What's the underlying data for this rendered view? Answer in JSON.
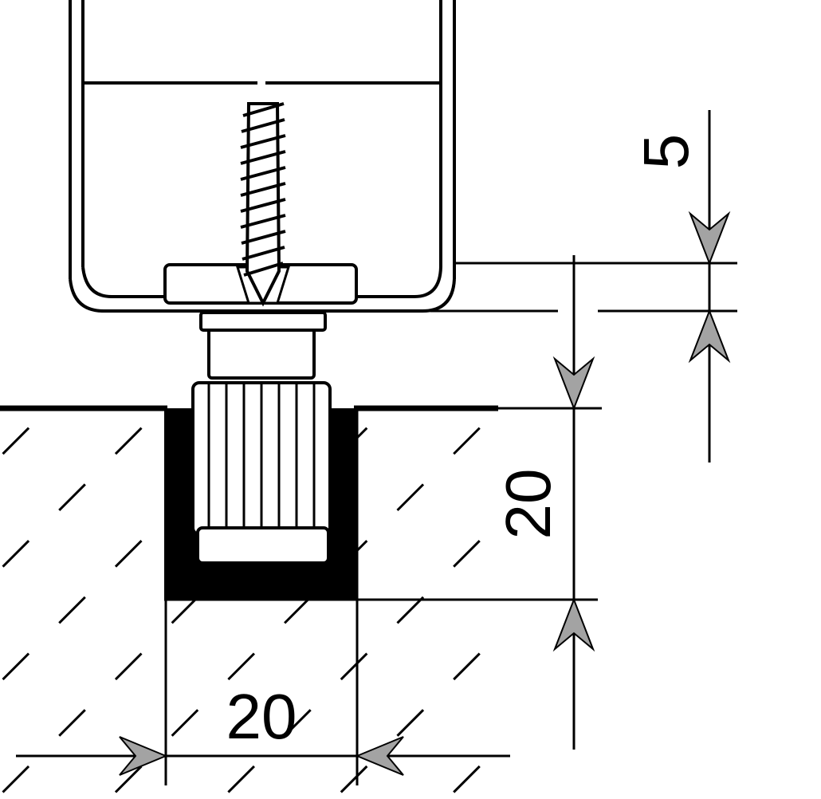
{
  "dimensions": {
    "groove_width": "20",
    "groove_depth": "20",
    "gap_height": "5"
  },
  "colors": {
    "line": "#000000",
    "arrow_fill": "#a3a3a3",
    "part_fill": "#ffffff",
    "hatch": "#000000",
    "groove_fill": "#000000"
  }
}
